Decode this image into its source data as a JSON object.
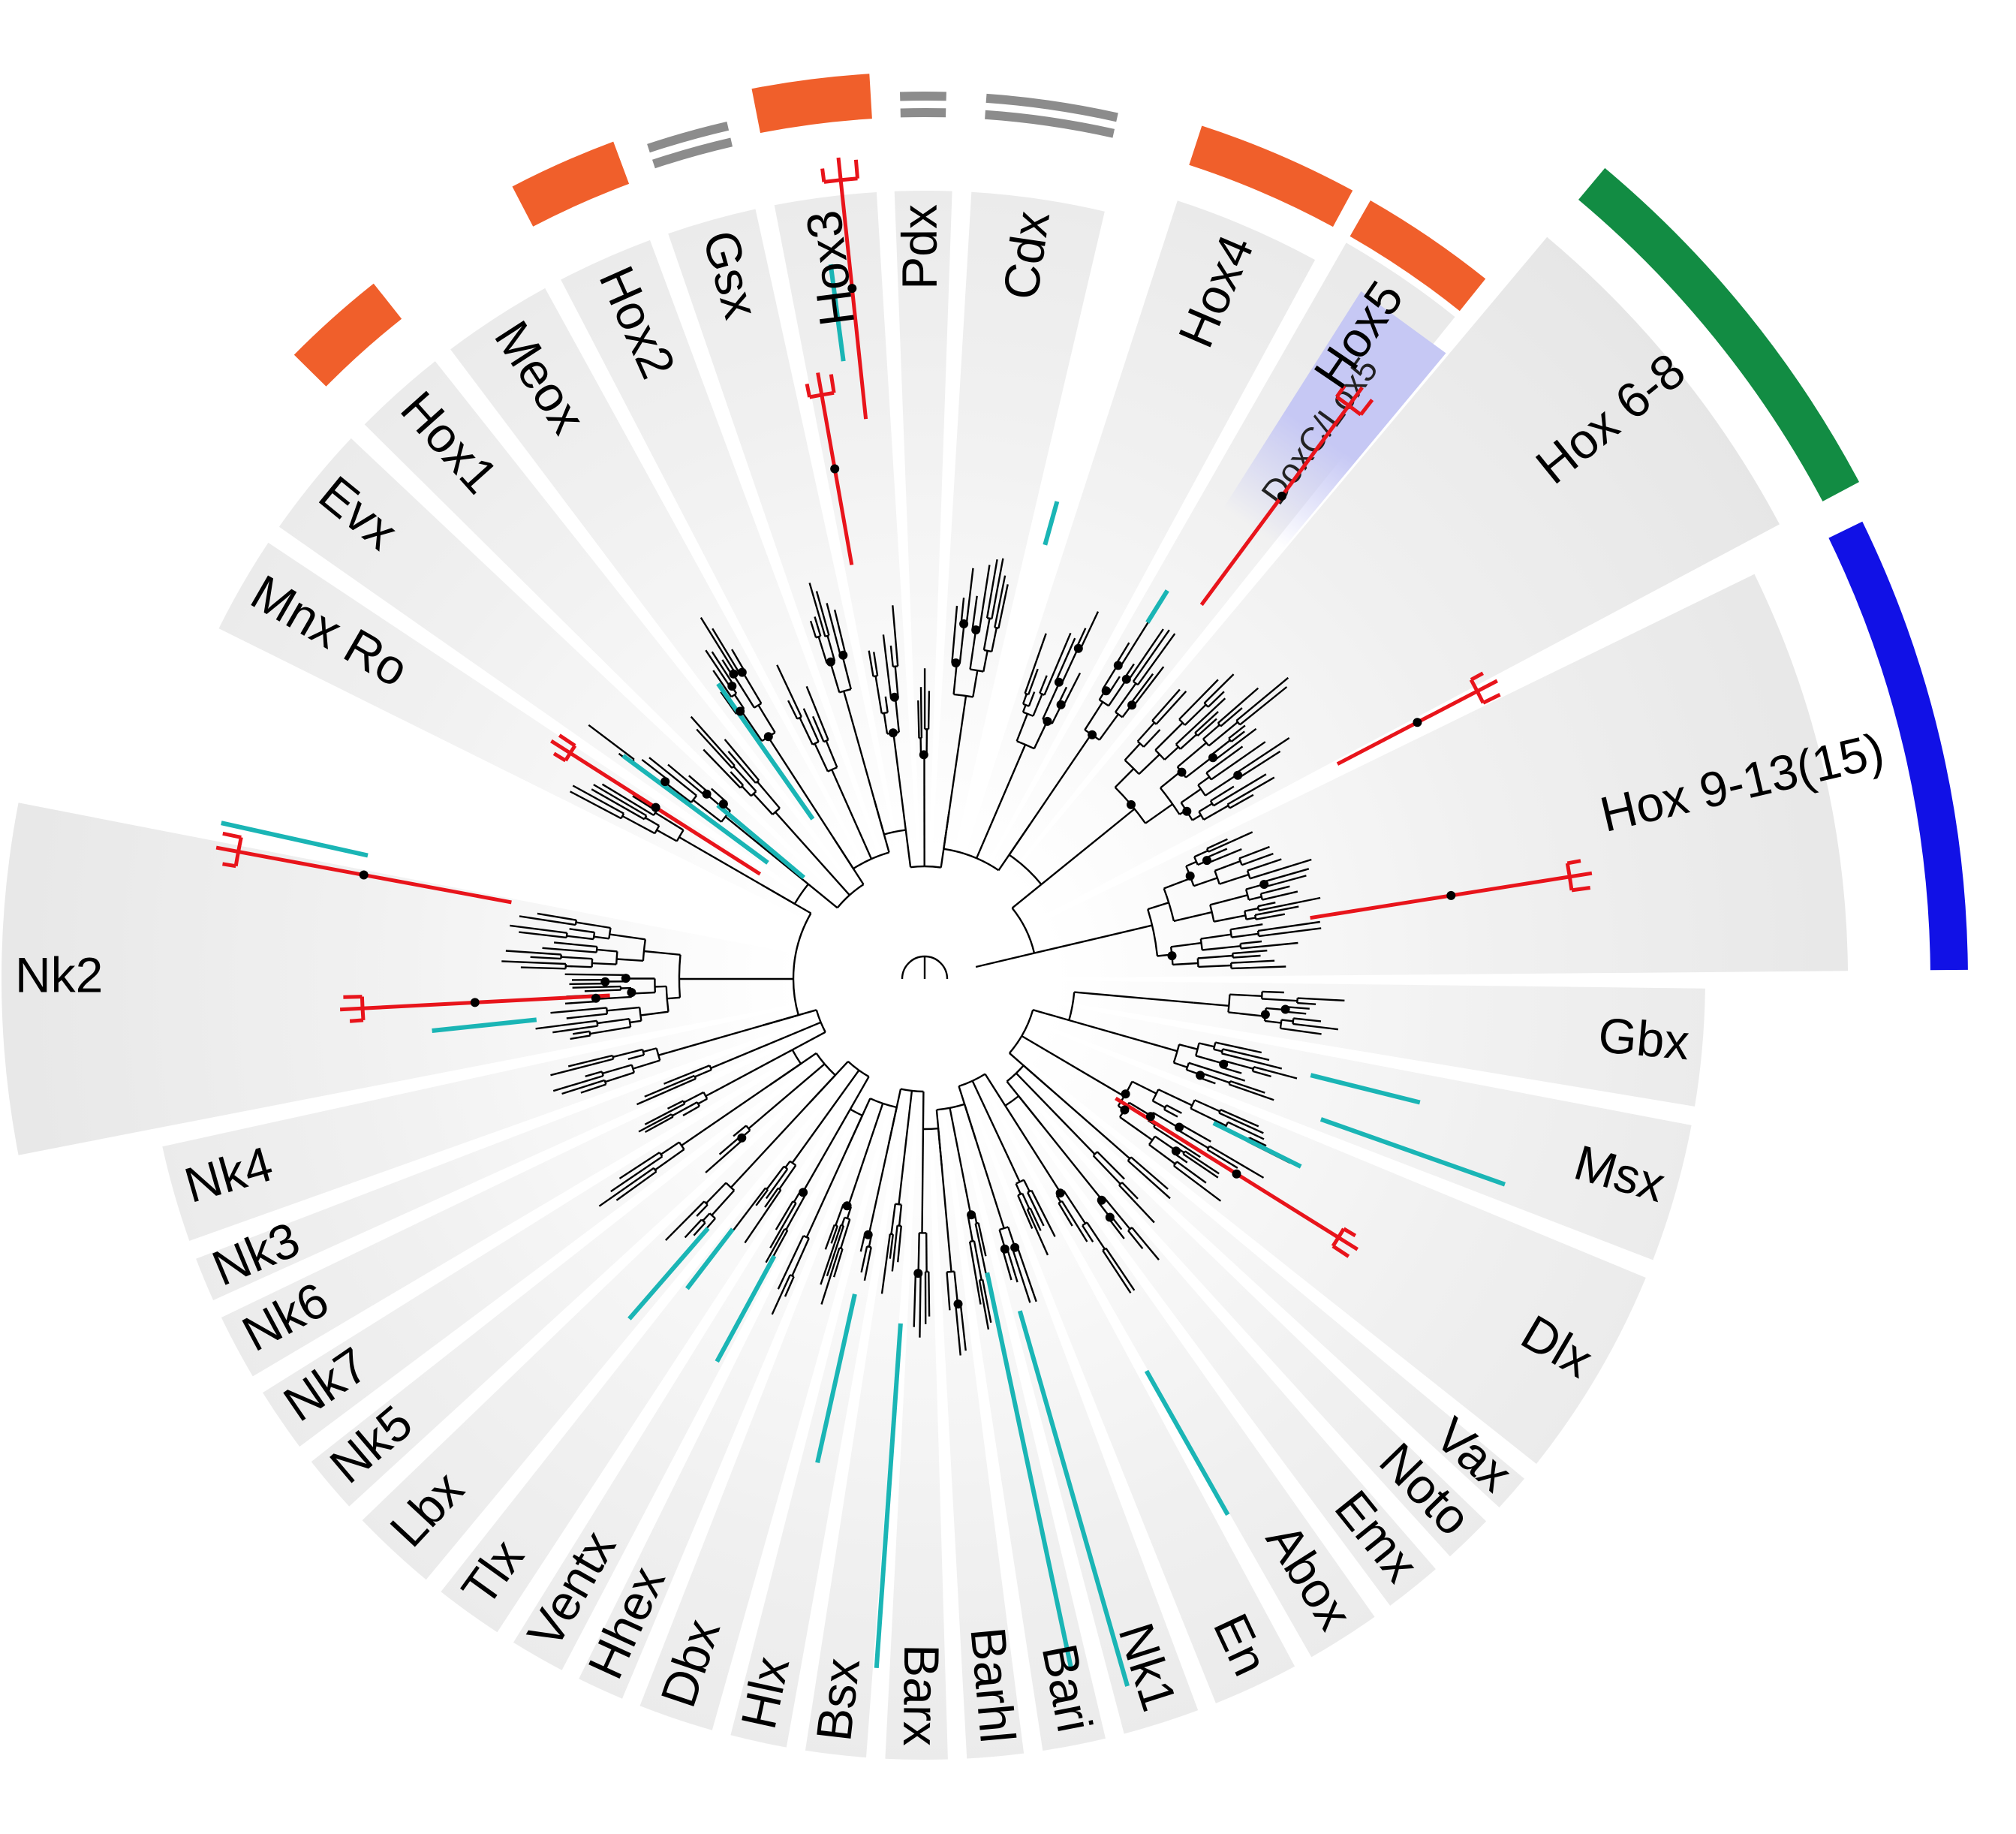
{
  "colors": {
    "sector_fill": "#e7e7e7",
    "sector_center": "#ffffff",
    "branch": "#000000",
    "lineage_red": "#e8141b",
    "lineage_cyan": "#1ab5b5",
    "hox_bar": "#f05f2b",
    "non_hox_bar": "#8c8c8c",
    "hox6_8_bar": "#128c43",
    "hox9_13_bar": "#1111e6",
    "doxc_highlight": "#c6c8f4"
  },
  "clades": [
    "Hox 9-13(15)",
    "Hox 6-8",
    "Hox5",
    "Hox4",
    "Cdx",
    "Pdx",
    "Hox3",
    "Gsx",
    "Hox2",
    "Meox",
    "Hox1",
    "Evx",
    "Mnx Ro",
    "Nk2",
    "Nk4",
    "Nk3",
    "Nk6",
    "Nk7",
    "Nk5",
    "Lbx",
    "Tlx",
    "Ventx",
    "Hhex",
    "Dbx",
    "Hlx",
    "Bsx",
    "Barx",
    "Barhl",
    "Bari",
    "Nk1",
    "En",
    "Abox",
    "Emx",
    "Noto",
    "Vax",
    "Dlx",
    "Msx",
    "Gbx"
  ],
  "highlight_label": "DoxC/Lox5",
  "group_bars": [
    {
      "group": "Hox 9-13(15)",
      "color": "#1111e6",
      "style": "solid"
    },
    {
      "group": "Hox 6-8",
      "color": "#128c43",
      "style": "solid"
    },
    {
      "group": "Hox5",
      "color": "#f05f2b",
      "style": "solid"
    },
    {
      "group": "Hox4",
      "color": "#f05f2b",
      "style": "solid"
    },
    {
      "group": "Cdx",
      "color": "#8c8c8c",
      "style": "double"
    },
    {
      "group": "Pdx",
      "color": "#8c8c8c",
      "style": "double"
    },
    {
      "group": "Hox3",
      "color": "#f05f2b",
      "style": "solid"
    },
    {
      "group": "Gsx",
      "color": "#8c8c8c",
      "style": "double"
    },
    {
      "group": "Hox2",
      "color": "#f05f2b",
      "style": "solid"
    },
    {
      "group": "Hox1",
      "color": "#f05f2b",
      "style": "solid"
    }
  ]
}
